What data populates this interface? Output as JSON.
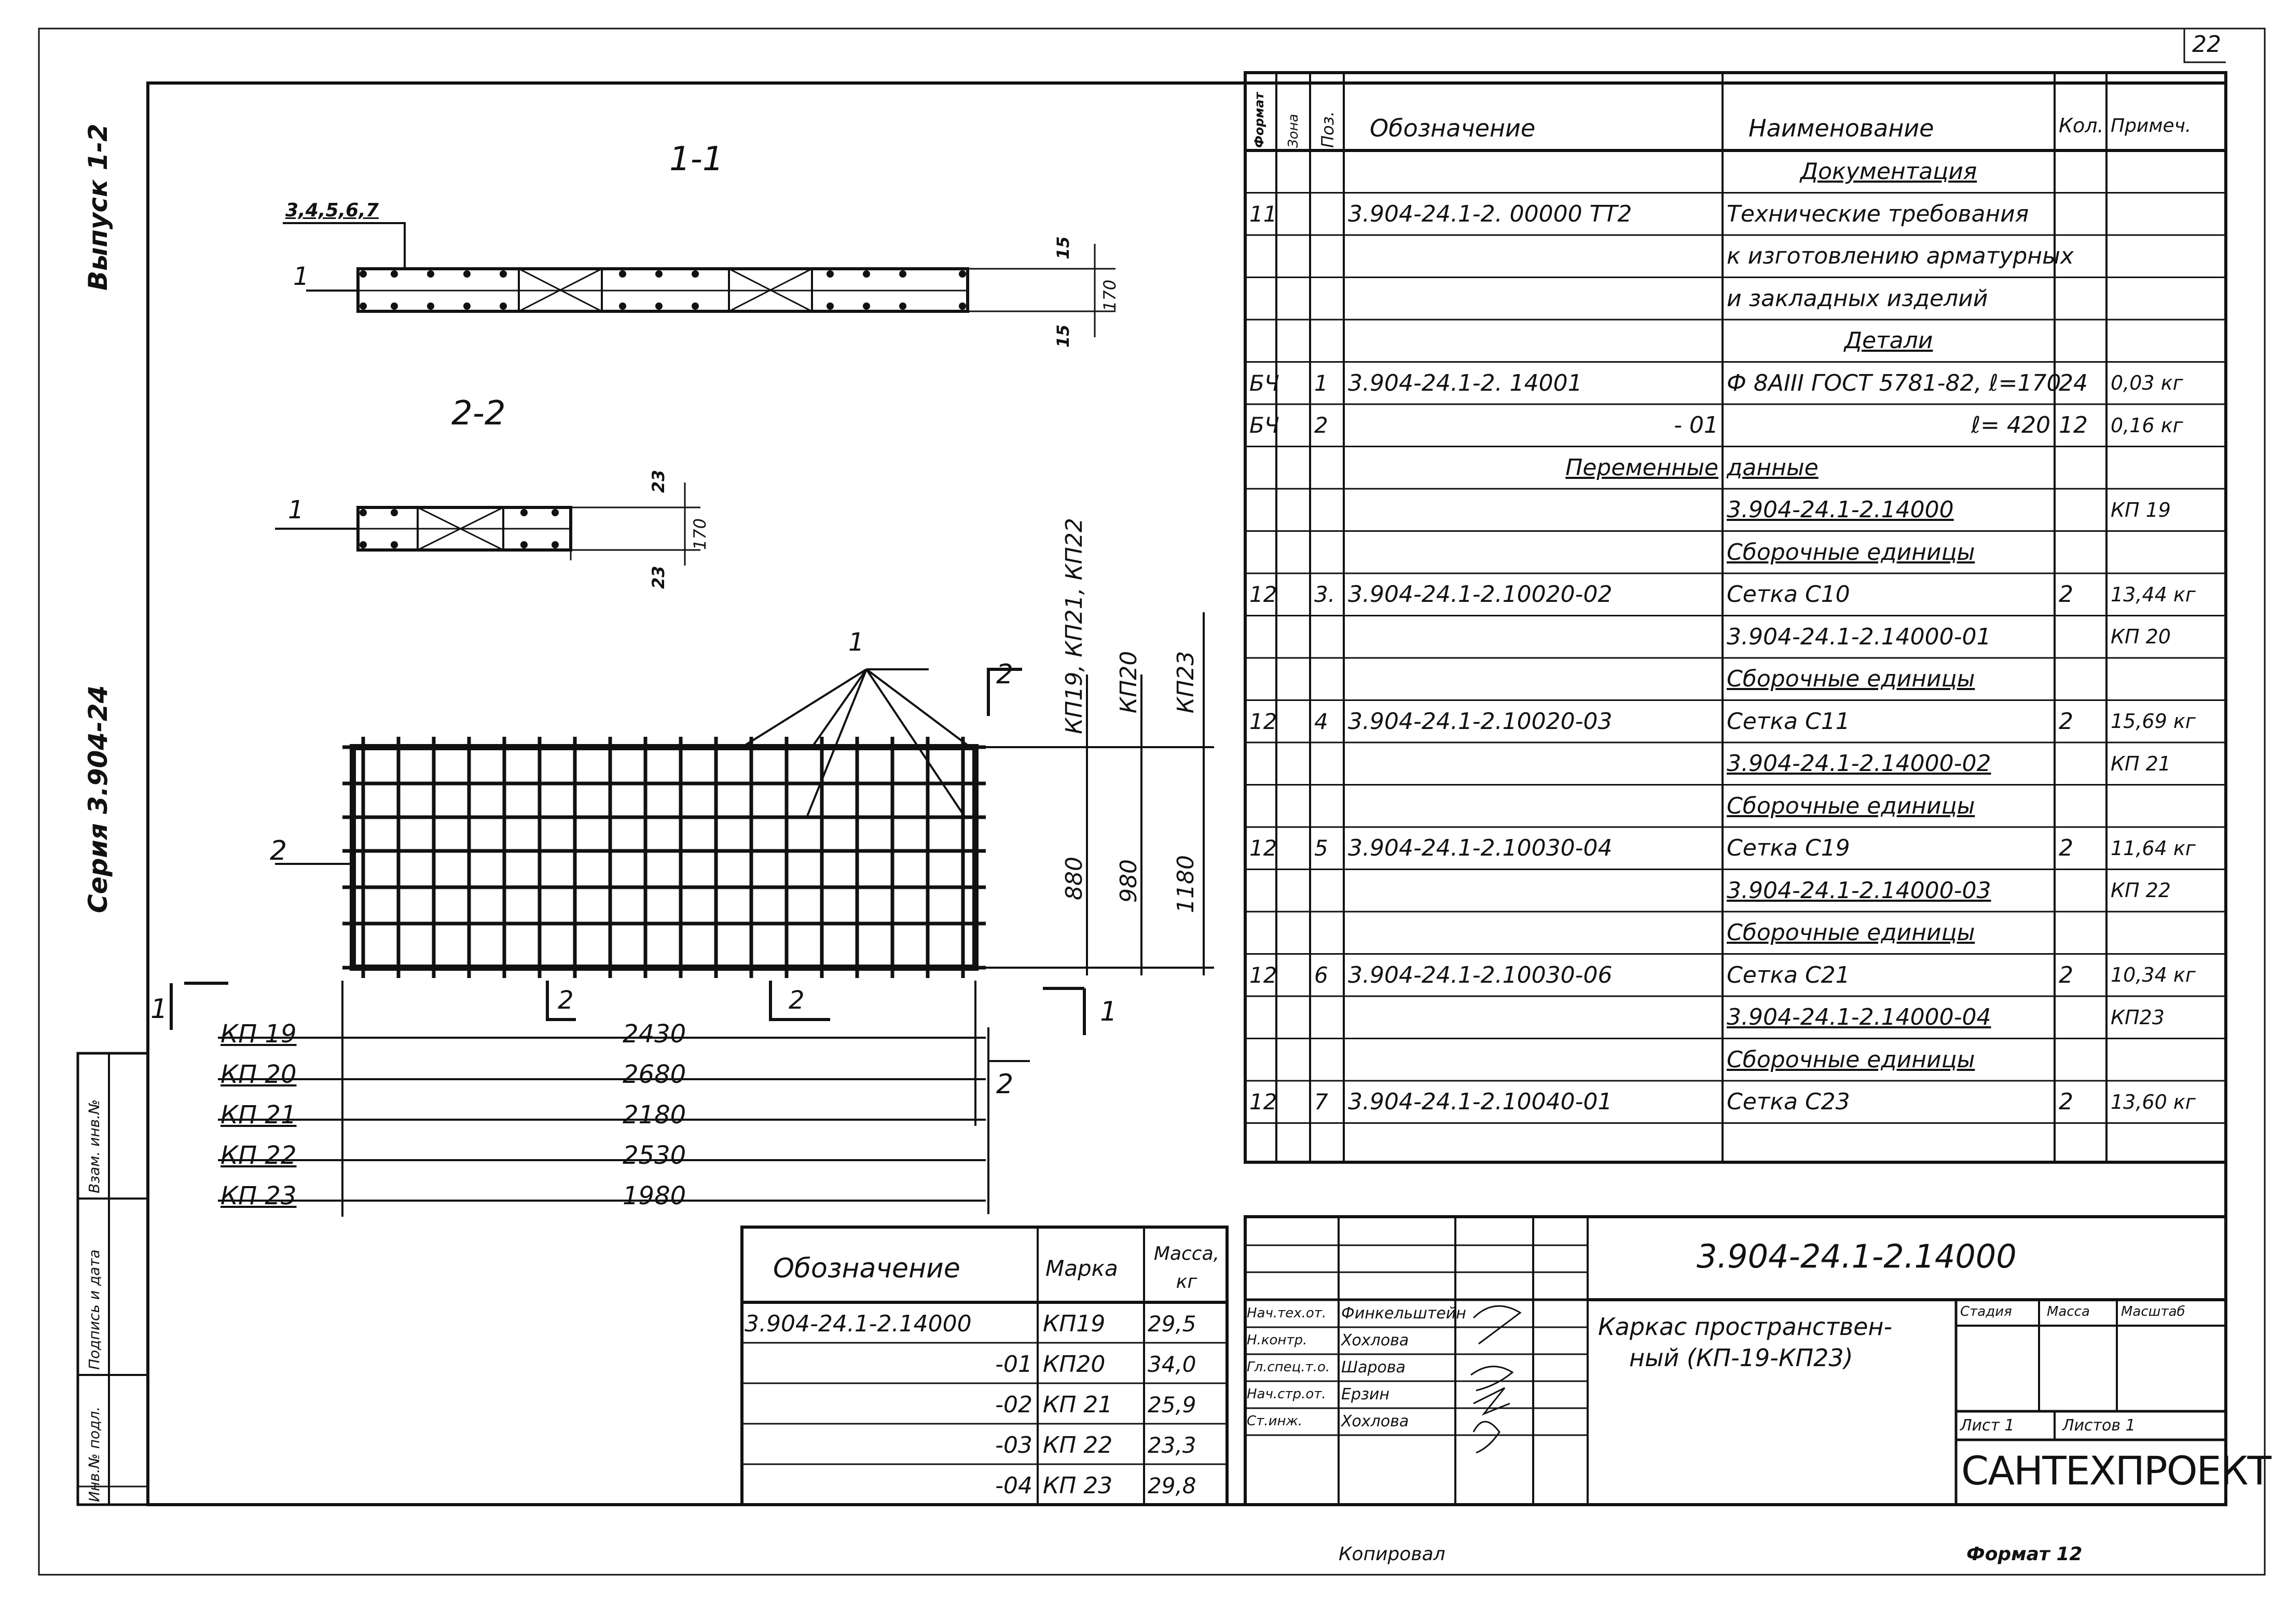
{
  "sheet_number": "22",
  "left_margin": {
    "vypusk": "Выпуск 1-2",
    "seriya": "Серия 3.904-24"
  },
  "stamp_column": [
    "Инв.№ подл.",
    "Подпись и дата",
    "Взам. инв.№"
  ],
  "sections": {
    "s11": "1-1",
    "s22": "2-2"
  },
  "section_marks": {
    "one": "1",
    "two": "2"
  },
  "drawing_labels": {
    "positions": "3,4,5,6,7",
    "dim_15a": "15",
    "dim_15b": "15",
    "dim_170a": "170",
    "dim_23a": "23",
    "dim_23b": "23",
    "dim_170b": "170",
    "dim_880": "880",
    "dim_980": "980",
    "dim_1180": "1180",
    "marks_kp19_22": "КП19, КП21, КП22",
    "mark_kp20": "КП20",
    "mark_kp23": "КП23"
  },
  "length_table": [
    {
      "mark": "КП 19",
      "length": "2430"
    },
    {
      "mark": "КП 20",
      "length": "2680"
    },
    {
      "mark": "КП 21",
      "length": "2180"
    },
    {
      "mark": "КП 22",
      "length": "2530"
    },
    {
      "mark": "КП 23",
      "length": "1980"
    }
  ],
  "spec": {
    "headers": {
      "format": "Формат",
      "zone": "Зона",
      "pos": "Поз.",
      "designation": "Обозначение",
      "name": "Наименование",
      "qty": "Кол.",
      "note": "Примеч."
    },
    "rows": [
      {
        "format": "",
        "zone": "",
        "pos": "",
        "designation": "",
        "name": "Документация",
        "qty": "",
        "note": "",
        "name_ul": true,
        "name_center": true
      },
      {
        "format": "11",
        "zone": "",
        "pos": "",
        "designation": "3.904-24.1-2. 00000 ТТ2",
        "name": "Технические требования",
        "qty": "",
        "note": ""
      },
      {
        "format": "",
        "zone": "",
        "pos": "",
        "designation": "",
        "name": "к изготовлению арматурных",
        "qty": "",
        "note": ""
      },
      {
        "format": "",
        "zone": "",
        "pos": "",
        "designation": "",
        "name": "и закладных изделий",
        "qty": "",
        "note": ""
      },
      {
        "format": "",
        "zone": "",
        "pos": "",
        "designation": "",
        "name": "Детали",
        "qty": "",
        "note": "",
        "name_ul": true,
        "name_center": true
      },
      {
        "format": "БЧ",
        "zone": "",
        "pos": "1",
        "designation": "3.904-24.1-2. 14001",
        "name": "Ф 8АIII ГОСТ 5781-82, ℓ=170",
        "qty": "24",
        "note": "0,03 кг"
      },
      {
        "format": "БЧ",
        "zone": "",
        "pos": "2",
        "designation": "- 01",
        "designation_right": true,
        "name": "ℓ= 420",
        "name_right": true,
        "qty": "12",
        "note": "0,16 кг"
      },
      {
        "format": "",
        "zone": "",
        "pos": "",
        "designation": "Переменные",
        "designation_right": true,
        "designation_ul": true,
        "name": "данные",
        "name_ul": true,
        "qty": "",
        "note": ""
      },
      {
        "format": "",
        "zone": "",
        "pos": "",
        "designation": "",
        "name": "3.904-24.1-2.14000",
        "name_ul": true,
        "qty": "",
        "note": "КП 19"
      },
      {
        "format": "",
        "zone": "",
        "pos": "",
        "designation": "",
        "name": "Сборочные единицы",
        "name_ul": true,
        "qty": "",
        "note": ""
      },
      {
        "format": "12",
        "zone": "",
        "pos": "3.",
        "designation": "3.904-24.1-2.10020-02",
        "name": "Сетка    С10",
        "qty": "2",
        "note": "13,44 кг"
      },
      {
        "format": "",
        "zone": "",
        "pos": "",
        "designation": "",
        "name": "3.904-24.1-2.14000-01",
        "qty": "",
        "note": "КП 20"
      },
      {
        "format": "",
        "zone": "",
        "pos": "",
        "designation": "",
        "name": "Сборочные единицы",
        "name_ul": true,
        "qty": "",
        "note": ""
      },
      {
        "format": "12",
        "zone": "",
        "pos": "4",
        "designation": "3.904-24.1-2.10020-03",
        "name": "Сетка    С11",
        "qty": "2",
        "note": "15,69 кг"
      },
      {
        "format": "",
        "zone": "",
        "pos": "",
        "designation": "",
        "name": "3.904-24.1-2.14000-02",
        "name_ul": true,
        "qty": "",
        "note": "КП 21"
      },
      {
        "format": "",
        "zone": "",
        "pos": "",
        "designation": "",
        "name": "Сборочные единицы",
        "name_ul": true,
        "qty": "",
        "note": ""
      },
      {
        "format": "12",
        "zone": "",
        "pos": "5",
        "designation": "3.904-24.1-2.10030-04",
        "name": "Сетка С19",
        "qty": "2",
        "note": "11,64 кг"
      },
      {
        "format": "",
        "zone": "",
        "pos": "",
        "designation": "",
        "name": "3.904-24.1-2.14000-03",
        "name_ul": true,
        "qty": "",
        "note": "КП 22"
      },
      {
        "format": "",
        "zone": "",
        "pos": "",
        "designation": "",
        "name": "Сборочные единицы",
        "name_ul": true,
        "qty": "",
        "note": ""
      },
      {
        "format": "12",
        "zone": "",
        "pos": "6",
        "designation": "3.904-24.1-2.10030-06",
        "name": "Сетка    С21",
        "qty": "2",
        "note": "10,34 кг"
      },
      {
        "format": "",
        "zone": "",
        "pos": "",
        "designation": "",
        "name": "3.904-24.1-2.14000-04",
        "name_ul": true,
        "qty": "",
        "note": "КП23"
      },
      {
        "format": "",
        "zone": "",
        "pos": "",
        "designation": "",
        "name": "Сборочные единицы",
        "name_ul": true,
        "qty": "",
        "note": ""
      },
      {
        "format": "12",
        "zone": "",
        "pos": "7",
        "designation": "3.904-24.1-2.10040-01",
        "name": "Сетка   С23",
        "qty": "2",
        "note": "13,60 кг"
      },
      {
        "format": "",
        "zone": "",
        "pos": "",
        "designation": "",
        "name": "",
        "qty": "",
        "note": ""
      }
    ]
  },
  "mass_table": {
    "headers": {
      "designation": "Обозначение",
      "mark": "Марка",
      "mass": "Масса, кг"
    },
    "rows": [
      {
        "designation": "3.904-24.1-2.14000",
        "mark": "КП19",
        "mass": "29,5"
      },
      {
        "designation": "-01",
        "mark": "КП20",
        "mass": "34,0"
      },
      {
        "designation": "-02",
        "mark": "КП 21",
        "mass": "25,9"
      },
      {
        "designation": "-03",
        "mark": "КП 22",
        "mass": "23,3"
      },
      {
        "designation": "-04",
        "mark": "КП 23",
        "mass": "29,8"
      }
    ]
  },
  "title_block": {
    "doc_code": "3.904-24.1-2.14000",
    "title_line1": "Каркас   пространствен-",
    "title_line2": "ный    (КП-19-КП23)",
    "stage_label": "Стадия",
    "mass_label": "Масса",
    "scale_label": "Масштаб",
    "sheet_label": "Лист 1",
    "sheets_label": "Листов 1",
    "organization": "САНТЕХПРОЕКТ",
    "signatures": [
      {
        "role": "Нач.тех.от.",
        "name": "Финкельштейн"
      },
      {
        "role": "Н.контр.",
        "name": "Хохлова"
      },
      {
        "role": "Гл.спец.т.о.",
        "name": "Шарова"
      },
      {
        "role": "Нач.стр.от.",
        "name": "Ерзин"
      },
      {
        "role": "Ст.инж.",
        "name": "Хохлова"
      }
    ]
  },
  "footer": {
    "copied": "Копировал",
    "format": "Формат 12"
  }
}
